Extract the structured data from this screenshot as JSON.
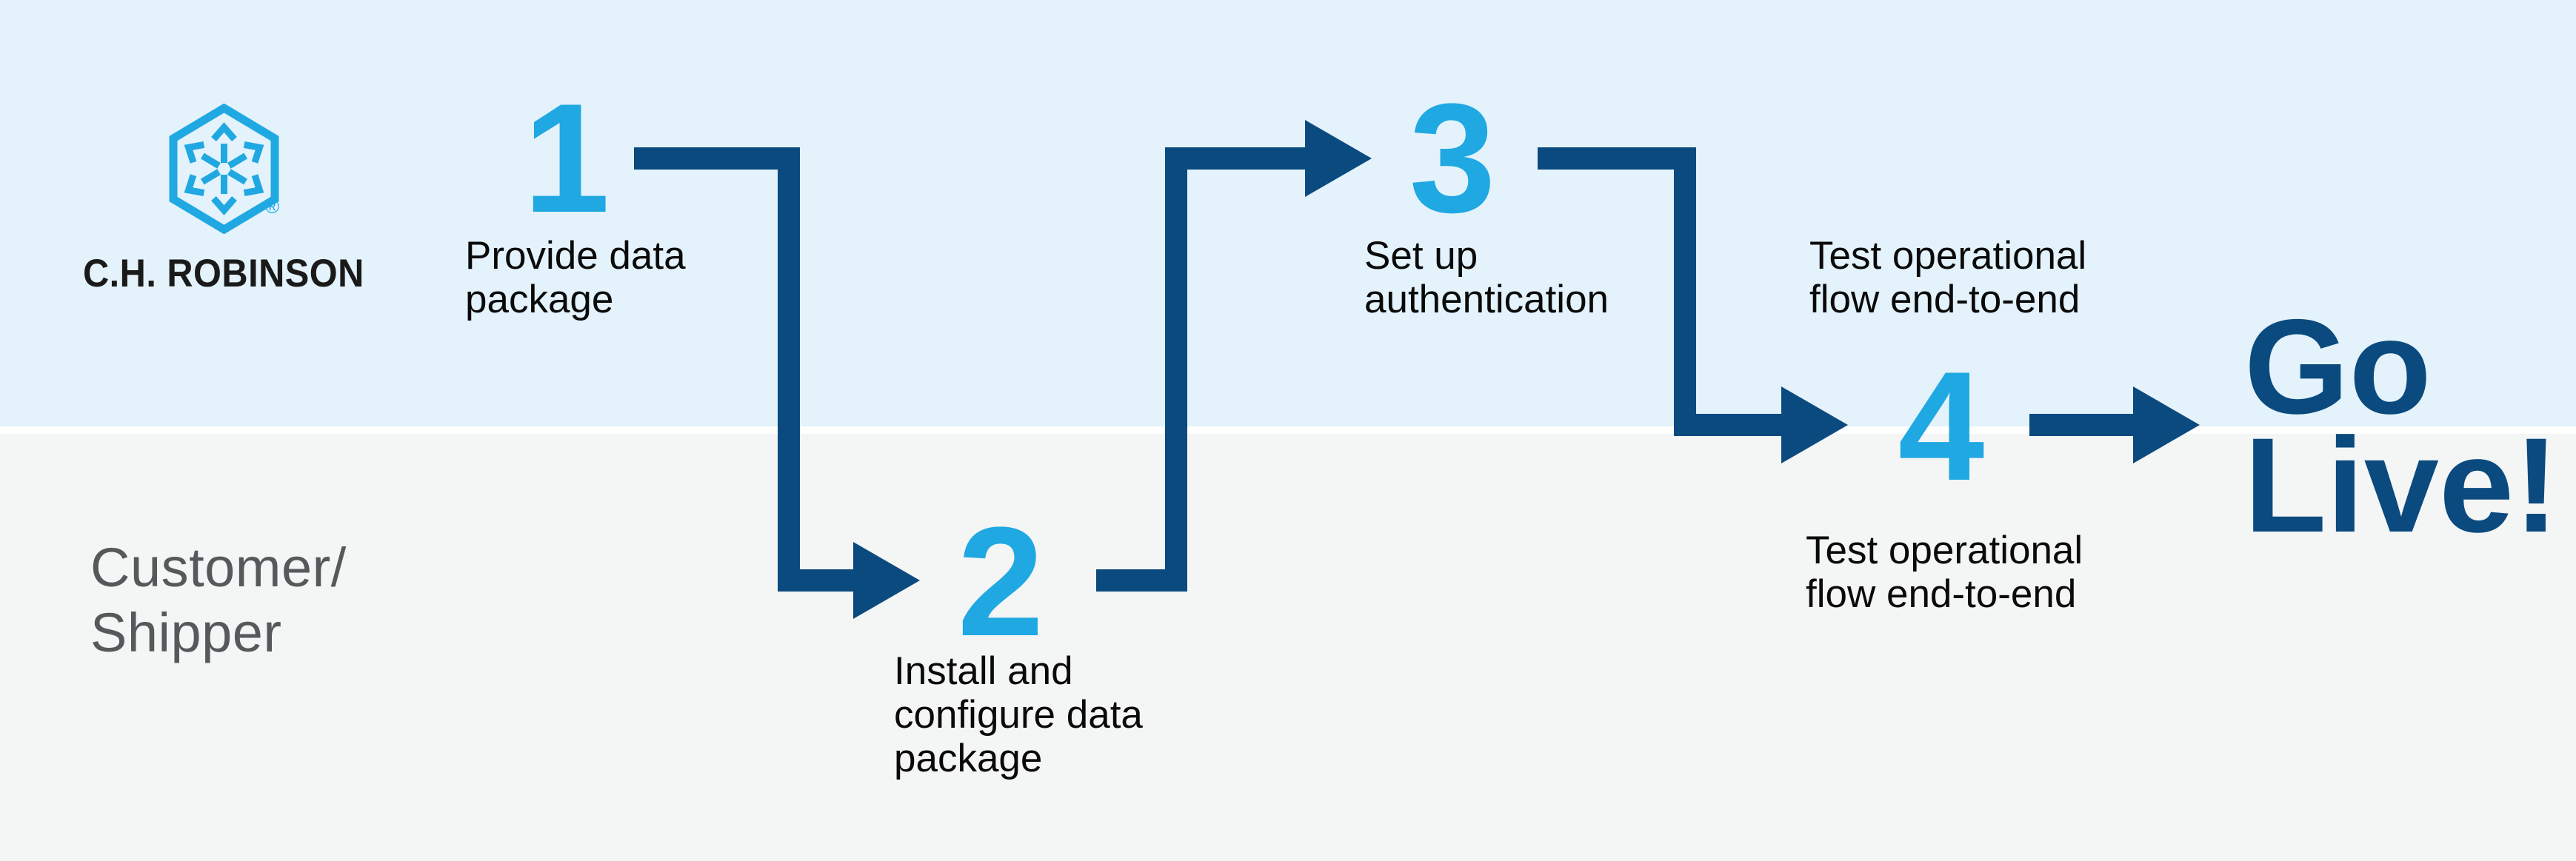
{
  "colors": {
    "bright_blue": "#1FA8E2",
    "navy": "#0B4A7E",
    "band_blue": "#E3F2FB",
    "band_gray": "#F4F5F5",
    "separator_white": "#FFFFFF",
    "text_black": "#0A0A0A",
    "text_gray": "#57585B",
    "wordmark_black": "#1A1A1A"
  },
  "logo": {
    "wordmark": "C.H. ROBINSON",
    "registered": "®",
    "icon": "hexagon-with-six-outward-arrows"
  },
  "lanes": {
    "top_owner": "C.H. Robinson",
    "bottom_label_line1": "Customer/",
    "bottom_label_line2": "Shipper"
  },
  "steps": [
    {
      "number": "1",
      "label": [
        "Provide data",
        "package"
      ]
    },
    {
      "number": "2",
      "label": [
        "Install and",
        "configure data",
        "package"
      ]
    },
    {
      "number": "3",
      "label": [
        "Set up",
        "authentication"
      ]
    },
    {
      "number": "4",
      "label_top": [
        "Test operational",
        "flow end-to-end"
      ],
      "label_bottom": [
        "Test operational",
        "flow end-to-end"
      ]
    }
  ],
  "finish": {
    "line1": "Go",
    "line2": "Live!"
  }
}
